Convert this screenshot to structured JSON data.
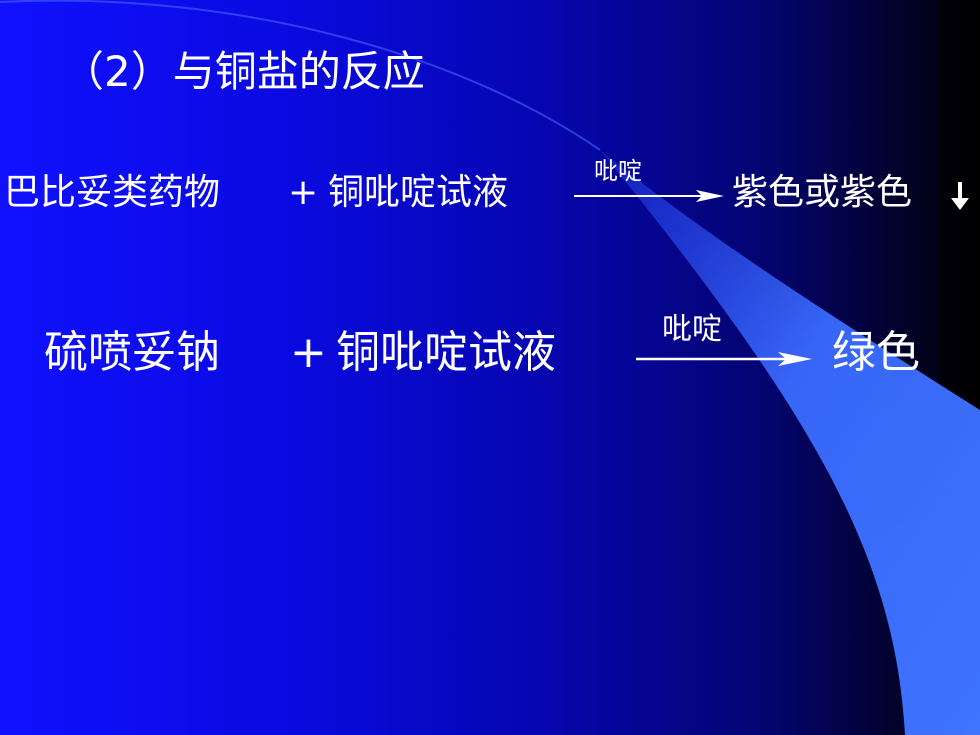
{
  "slide": {
    "title": "（2）与铜盐的反应",
    "background": {
      "gradient_start": "#1010ff",
      "gradient_end": "#000000",
      "swoosh_color": "#3a6bff"
    },
    "reactions": [
      {
        "reactant": "巴比妥类药物",
        "plus": "+",
        "reagent": "铜吡啶试液",
        "condition": "吡啶",
        "product": "紫色或紫色",
        "precipitate_icon": "down-arrow-icon"
      },
      {
        "reactant": "硫喷妥钠",
        "plus": "+",
        "reagent": "铜吡啶试液",
        "condition": "吡啶",
        "product": "绿色"
      }
    ]
  }
}
